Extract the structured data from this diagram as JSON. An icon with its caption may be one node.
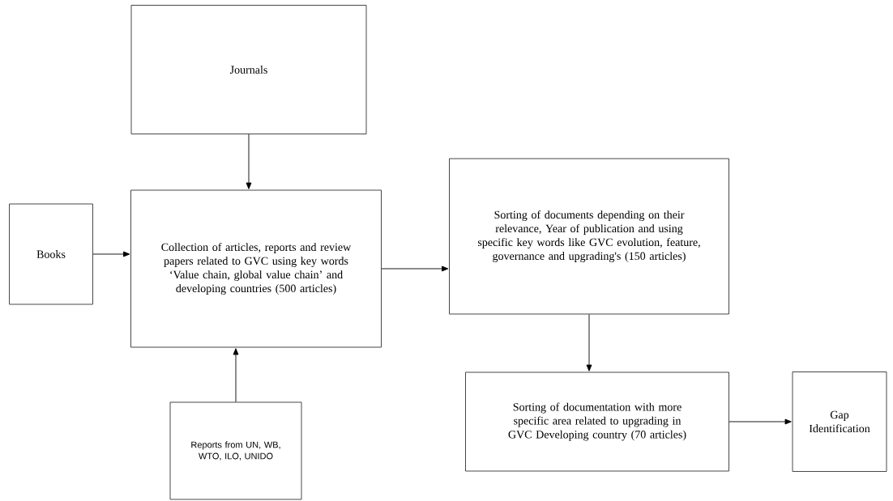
{
  "diagram": {
    "nodes": [
      {
        "text": [
          "Journals"
        ]
      },
      {
        "text": [
          "Books"
        ]
      },
      {
        "text": [
          "Collection of articles, reports and review papers related to GVC using key words ‘Value chain, global value chain’ and developing countries (500 articles)"
        ]
      },
      {
        "text": [
          "Sorting of documents depending on their relevance, Year of publication and using specific key words like GVC evolution, feature, governance and upgrading's (150 articles)"
        ]
      },
      {
        "text": [
          "Reports from UN, WB, WTO, ILO, UNIDO"
        ]
      },
      {
        "text": [
          "Sorting of documentation with more specific area related to upgrading in GVC Developing country (70 articles)"
        ]
      },
      {
        "text": [
          "Gap Identification"
        ]
      }
    ],
    "edges": [
      {
        "from": 0,
        "to": 2,
        "arrow": "to"
      },
      {
        "from": 1,
        "to": 2,
        "arrow": "to"
      },
      {
        "from": 4,
        "to": 2,
        "arrow": "to"
      },
      {
        "from": 2,
        "to": 3,
        "arrow": "to"
      },
      {
        "from": 3,
        "to": 5,
        "arrow": "to"
      },
      {
        "from": 5,
        "to": 6,
        "arrow": "to"
      }
    ]
  }
}
